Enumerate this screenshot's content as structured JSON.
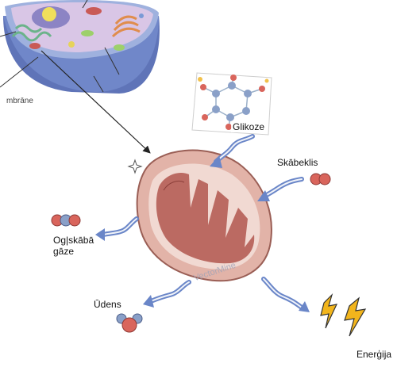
{
  "labels": {
    "glucose": "Glikoze",
    "oxygen": "Skābeklis",
    "co2": "Og|skābā\ngāze",
    "water": "Ūdens",
    "energy": "Enerģija",
    "membrane": "mbrāne",
    "watermark": "VectorMine"
  },
  "colors": {
    "cell_body": "#6f86c4",
    "mito_outer": "#d9a79b",
    "mito_inner": "#b75d56",
    "molecule_red": "#d9655c",
    "molecule_blue": "#8aa0c8",
    "arrow_blue": "#6a86c8",
    "energy_yellow": "#f2b51c"
  },
  "icons": [
    "cell-illustration",
    "glucose-molecule-icon",
    "mitochondrion-illustration",
    "oxygen-molecule-icon",
    "co2-molecule-icon",
    "water-molecule-icon",
    "energy-bolt-icon"
  ]
}
